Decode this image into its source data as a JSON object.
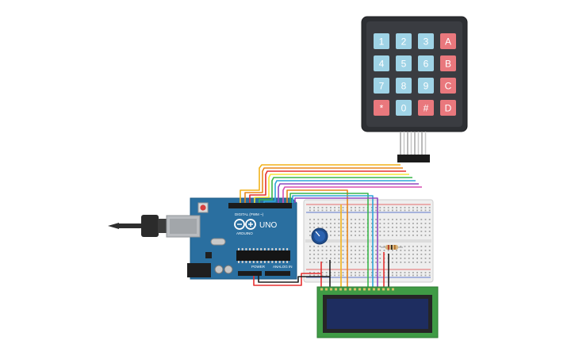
{
  "keypad": {
    "keys": [
      {
        "label": "1",
        "kind": "num"
      },
      {
        "label": "2",
        "kind": "num"
      },
      {
        "label": "3",
        "kind": "num"
      },
      {
        "label": "A",
        "kind": "letter"
      },
      {
        "label": "4",
        "kind": "num"
      },
      {
        "label": "5",
        "kind": "num"
      },
      {
        "label": "6",
        "kind": "num"
      },
      {
        "label": "B",
        "kind": "letter"
      },
      {
        "label": "7",
        "kind": "num"
      },
      {
        "label": "8",
        "kind": "num"
      },
      {
        "label": "9",
        "kind": "num"
      },
      {
        "label": "C",
        "kind": "letter"
      },
      {
        "label": "*",
        "kind": "letter"
      },
      {
        "label": "0",
        "kind": "num"
      },
      {
        "label": "#",
        "kind": "letter"
      },
      {
        "label": "D",
        "kind": "letter"
      }
    ]
  },
  "arduino": {
    "model": "UNO",
    "brand": "ARDUINO",
    "digital_label": "DIGITAL (PWM ~)",
    "power_label": "POWER",
    "analog_label": "ANALOG IN"
  },
  "colors": {
    "board": "#2a6fa0",
    "key_num": "#9fd3e6",
    "key_letter": "#e9787d",
    "keypad_frame": "#2d2f33",
    "lcd_pcb": "#3f9b45",
    "lcd_screen": "#1e2d60",
    "wires": [
      "#f2b21a",
      "#e8861c",
      "#e53030",
      "#f7e63b",
      "#39b54a",
      "#2fa6d9",
      "#8f48c1",
      "#d64fb2"
    ]
  }
}
